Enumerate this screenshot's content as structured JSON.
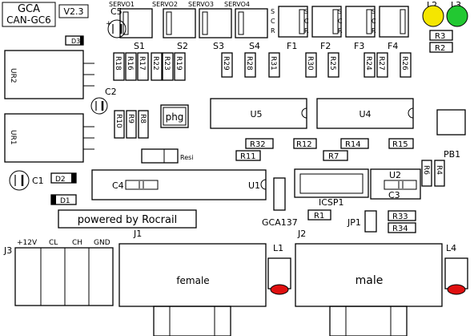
{
  "board": {
    "brand": "GCA",
    "model": "CAN-GC6",
    "version": "V2.3",
    "powered": "powered by Rocrail",
    "chip_label": "phg"
  },
  "labels": {
    "c5": "C5",
    "c2": "C2",
    "c1": "C1",
    "c4": "C4",
    "c3": "C3",
    "d3": "D3",
    "d2": "D2",
    "d1": "D1",
    "ur2": "UR2",
    "ur1": "UR1",
    "u5": "U5",
    "u4": "U4",
    "u1": "U1",
    "u2": "U2",
    "resi": "Resi",
    "icsp1": "ICSP1",
    "gca137": "GCA137",
    "jp1": "JP1",
    "pb1": "PB1",
    "j1": "J1",
    "j2": "J2",
    "j3": "J3",
    "l1": "L1",
    "l2": "L2",
    "l3": "L3",
    "l4": "L4",
    "female": "female",
    "male": "male",
    "pin_12v": "+12V",
    "pin_cl": "CL",
    "pin_ch": "CH",
    "pin_gnd": "GND"
  },
  "servos": [
    {
      "header": "SERVO1",
      "label": "S1"
    },
    {
      "header": "SERVO2",
      "label": "S2"
    },
    {
      "header": "SERVO3",
      "label": "S3"
    },
    {
      "header": "SERVO4",
      "label": "S4"
    }
  ],
  "functions": [
    {
      "label": "F1",
      "pins": "S C R"
    },
    {
      "label": "F2",
      "pins": "S C R"
    },
    {
      "label": "F3",
      "pins": "S C R"
    },
    {
      "label": "F4",
      "pins": "S C R"
    }
  ],
  "vertical_resistors": [
    "R18",
    "R16",
    "R17",
    "R22",
    "R23",
    "R19",
    "R29",
    "R28",
    "R31",
    "R30",
    "R25",
    "R24",
    "R27",
    "R26"
  ],
  "resistors": {
    "r3": "R3",
    "r2": "R2",
    "r10": "R10",
    "r9": "R9",
    "r8": "R8",
    "r32": "R32",
    "r12": "R12",
    "r14": "R14",
    "r15": "R15",
    "r11": "R11",
    "r7": "R7",
    "r6": "R6",
    "r4": "R4",
    "r1": "R1",
    "r33": "R33",
    "r34": "R34"
  },
  "colors": {
    "led_yellow": "#f5e600",
    "led_green": "#22c832",
    "led_red": "#e01010"
  }
}
